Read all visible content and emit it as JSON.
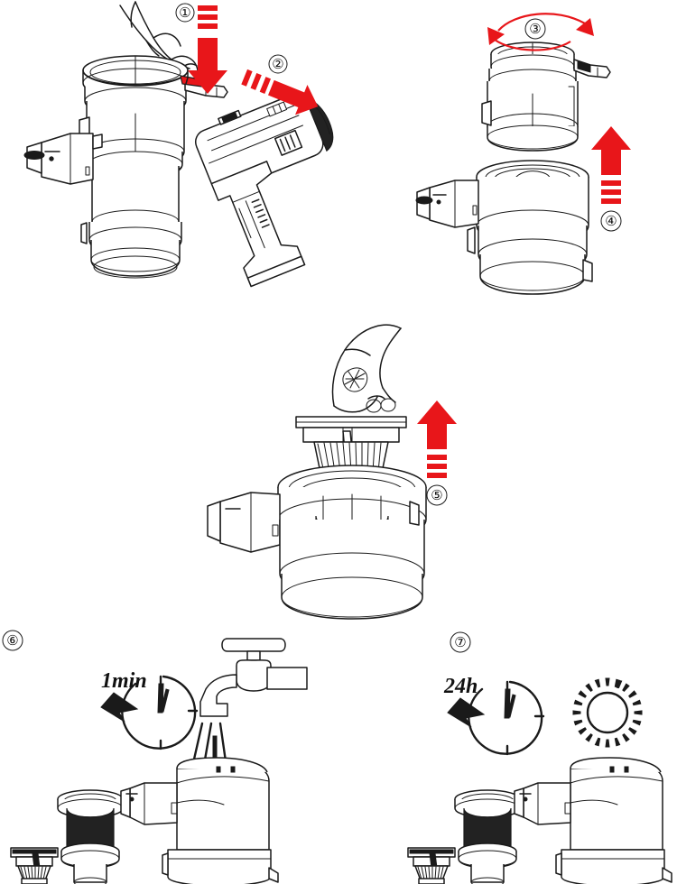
{
  "document": {
    "kind": "instruction-diagram",
    "subject": "cordless vacuum cleaner filter cleaning procedure",
    "background_color": "#ffffff",
    "line_color": "#1a1a1a",
    "accent_color": "#e8161a",
    "total_steps": 7
  },
  "steps": [
    {
      "number": "1",
      "badge": "①",
      "action_icon": "down-arrow-icon",
      "arrow_direction": "down",
      "arrow_color": "#e8161a",
      "motion_dashes": 3,
      "highlight_part": "release-latch-button",
      "highlight_color": "#e8161a",
      "caption": ""
    },
    {
      "number": "2",
      "badge": "②",
      "action_icon": "diagonal-arrow-icon",
      "arrow_direction": "down-right",
      "arrow_color": "#e8161a",
      "motion_dashes": 3,
      "caption": ""
    },
    {
      "number": "3",
      "badge": "③",
      "action_icon": "rotate-arrows-icon",
      "arrow_direction": "bidirectional-rotate",
      "arrow_color": "#e8161a",
      "motion_dashes": 0,
      "caption": ""
    },
    {
      "number": "4",
      "badge": "④",
      "action_icon": "up-arrow-icon",
      "arrow_direction": "up",
      "arrow_color": "#e8161a",
      "motion_dashes": 3,
      "caption": ""
    },
    {
      "number": "5",
      "badge": "⑤",
      "action_icon": "up-arrow-icon",
      "arrow_direction": "up",
      "arrow_color": "#e8161a",
      "motion_dashes": 3,
      "caption": ""
    },
    {
      "number": "6",
      "badge": "⑥",
      "duration_label": "1min",
      "clock_icon": "clock-counterclockwise-icon",
      "water_icon": "faucet-icon",
      "caption": ""
    },
    {
      "number": "7",
      "badge": "⑦",
      "duration_label": "24h",
      "clock_icon": "clock-counterclockwise-icon",
      "dry_icon": "sun-dry-icon",
      "caption": ""
    }
  ],
  "parts": {
    "dust_bin": "dust-bin-assembly",
    "motor_unit": "handheld-motor-unit",
    "cyclone_mesh_filter": "mesh-cyclone-filter",
    "pleated_filter": "pleated-cone-filter",
    "bin_lid": "bin-lid-cap",
    "hand": "hand-illustration"
  },
  "labels": {
    "step6_duration": "1min",
    "step7_duration": "24h"
  }
}
